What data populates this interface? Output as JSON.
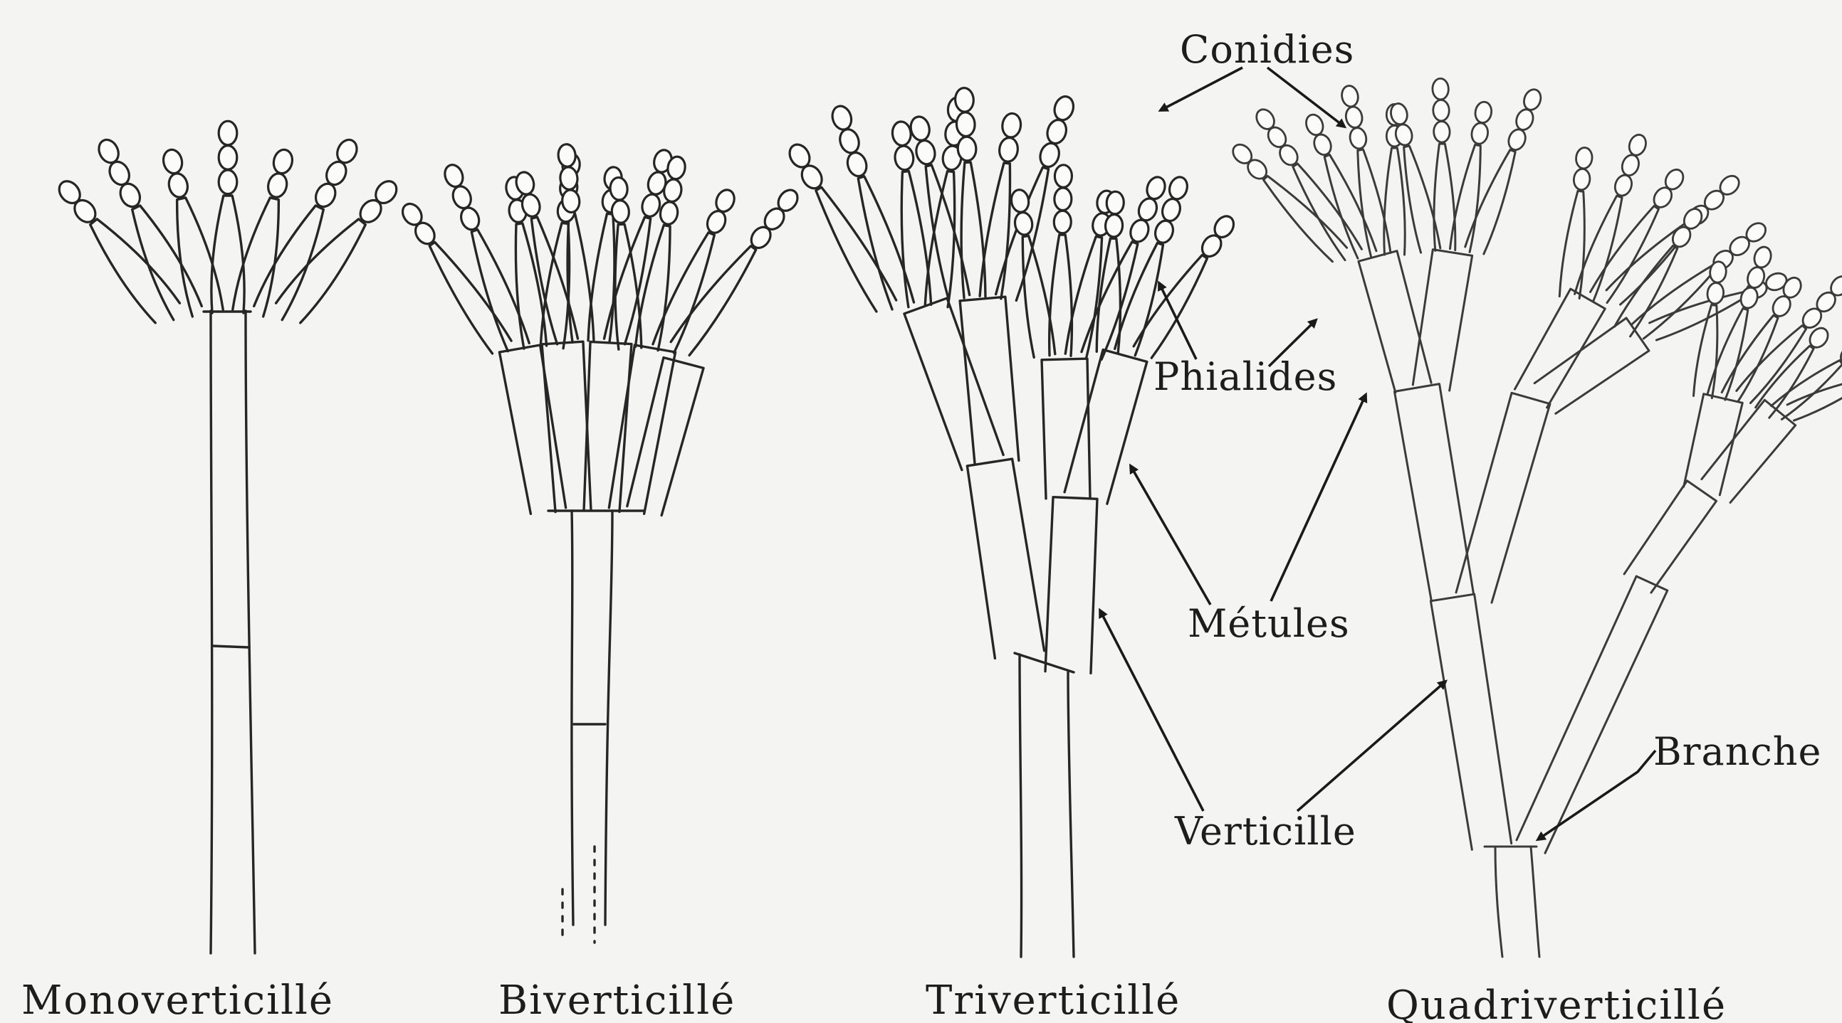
{
  "labels": {
    "conidies": "Conidies",
    "phialides": "Phialides",
    "metules": "Métules",
    "verticille": "Verticille",
    "branche": "Branche"
  },
  "captions": {
    "mono": "Monoverticillé",
    "bi": "Biverticillé",
    "tri": "Triverticillé",
    "quadri": "Quadriverticillé"
  },
  "colors": {
    "background": "#f4f4f2",
    "ink": "#262626"
  }
}
